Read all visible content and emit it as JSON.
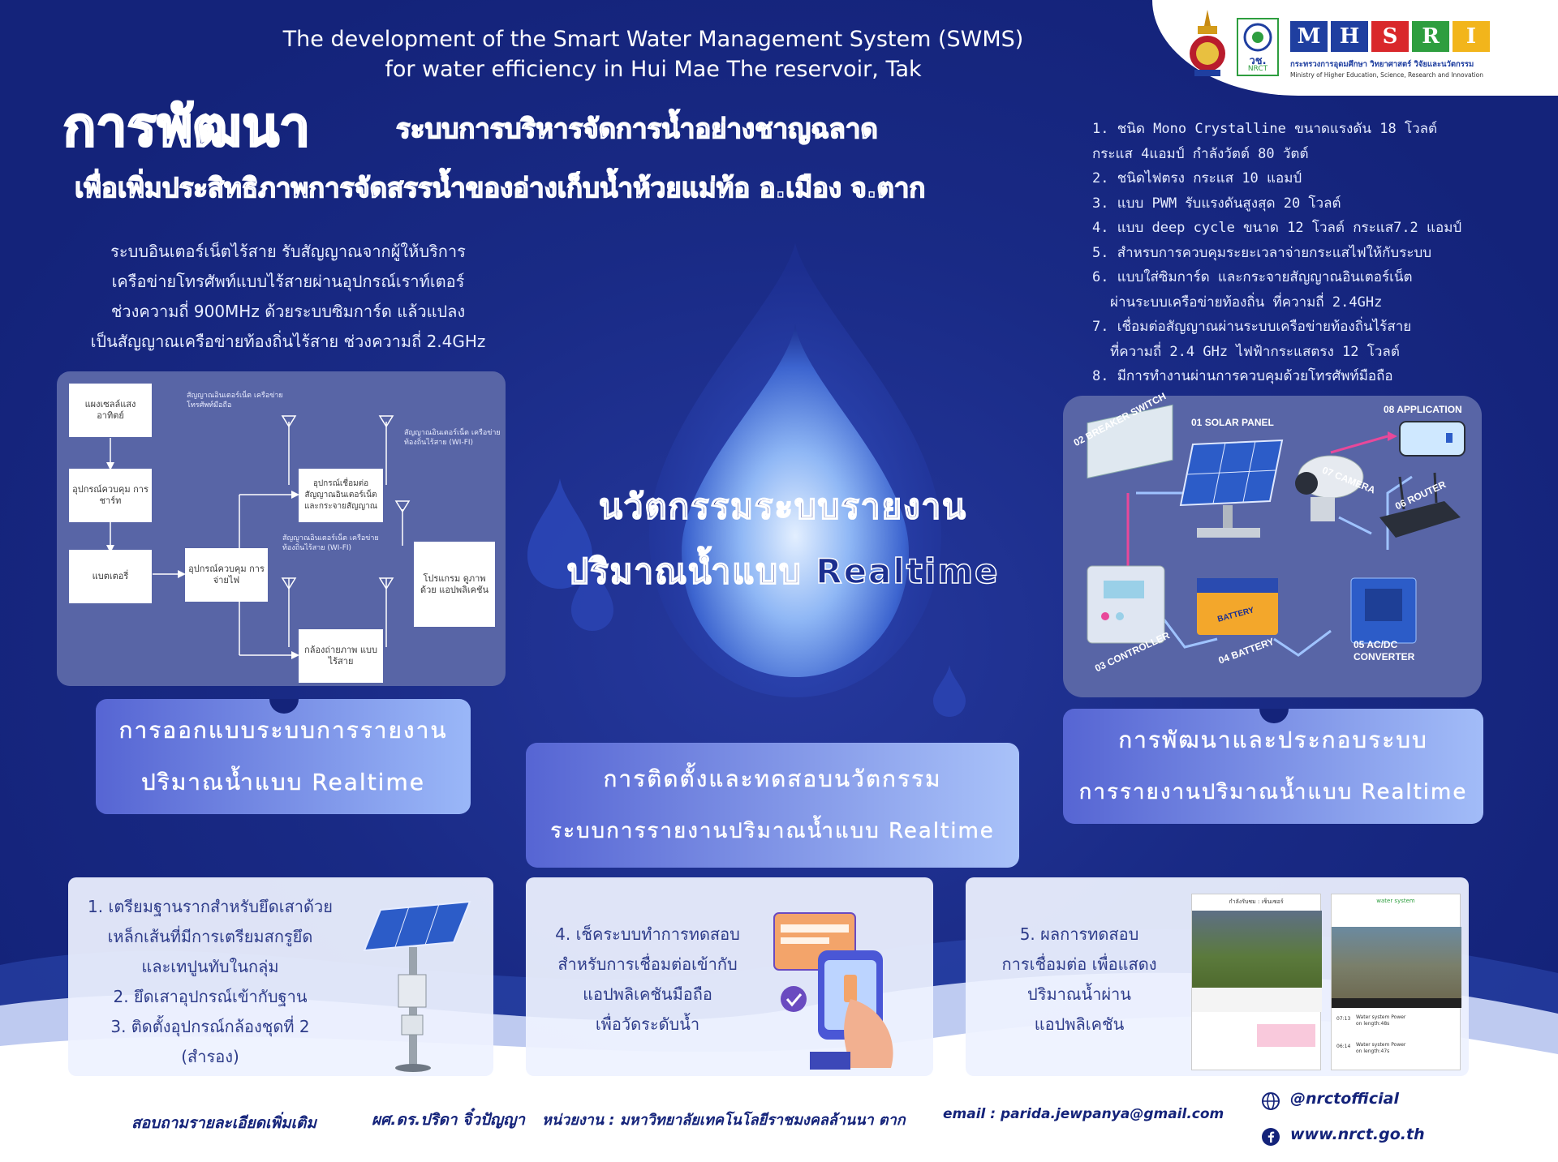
{
  "header": {
    "title_en_line1": "The development of the Smart Water Management System (SWMS)",
    "title_en_line2": "for water efficiency in Hui  Mae The reservoir, Tak",
    "title_th_big": "การพัฒนา",
    "title_th_line1": "ระบบการบริหารจัดการน้ำอย่างชาญฉลาด",
    "title_th_line2": "เพื่อเพิ่มประสิทธิภาพการจัดสรรน้ำของอ่างเก็บน้ำห้วยแม่ท้อ อ.เมือง จ.ตาก",
    "logos": {
      "nrct_mark": "วช.",
      "nrct_sub": "NRCT",
      "mhesri_letters": [
        "M",
        "H",
        "S",
        "R",
        "I"
      ],
      "mhesri_colors": [
        "#1f3fa0",
        "#1f3fa0",
        "#d9282b",
        "#2e9e3f",
        "#f2b51b"
      ],
      "ministry_th": "กระทรวงการอุดมศึกษา วิทยาศาสตร์ วิจัยและนวัตกรรม",
      "ministry_en": "Ministry of Higher Education, Science, Research and Innovation"
    }
  },
  "intro": [
    "ระบบอินเตอร์เน็ตไร้สาย รับสัญญาณจากผู้ให้บริการ",
    "เครือข่ายโทรศัพท์แบบไร้สายผ่านอุปกรณ์เราท์เตอร์",
    "ช่วงความถี่ 900MHz ด้วยระบบซิมการ์ด แล้วแปลง",
    "เป็นสัญญาณเครือข่ายท้องถิ่นไร้สาย ช่วงความถี่ 2.4GHz"
  ],
  "specs": [
    "1. ชนิด Mono Crystalline ขนาดแรงดัน 18 โวลต์",
    "กระแส 4แอมป์ กำลังวัตต์ 80 วัตต์",
    "2. ชนิดไฟตรง กระแส 10 แอมป์",
    "3. แบบ PWM รับแรงดันสูงสุด 20 โวลต์",
    "4. แบบ deep cycle ขนาด 12 โวลต์ กระแส7.2 แอมป์",
    "5. สำหรบการควบคุมระยะเวลาจ่ายกระแสไฟให้กับระบบ",
    "6. แบบใส่ซิมการ์ด และกระจายสัญญาณอินเตอร์เน็ต",
    "ผ่านระบบเครือข่ายท้องถิ่น ที่ความถี่ 2.4GHz",
    "7. เชื่อมต่อสัญญาณผ่านระบบเครือข่ายท้องถิ่นไร้สาย",
    "ที่ความถี่ 2.4 GHz ไฟฟ้ากระแสตรง 12 โวลต์",
    "8. มีการทำงานผ่านการควบคุมด้วยโทรศัพท์มือถือ"
  ],
  "flow_diagram": {
    "boxes": {
      "solar": "แผงเซลล์แสงอาทิตย์",
      "charge": "อุปกรณ์ควบคุม การชาร์ท",
      "battery": "แบตเตอรี่",
      "power": "อุปกรณ์ควบคุม การจ่ายไฟ",
      "router": "อุปกรณ์เชื่อมต่อ สัญญาณอินเตอร์เน็ต และกระจายสัญญาณ",
      "camera": "กล้องถ่ายภาพ แบบไร้สาย",
      "app": "โปรแกรม ดูภาพด้วย แอปพลิเคชัน"
    },
    "labels": {
      "cell_signal": "สัญญาณอินเตอร์เน็ต เครือข่ายโทรศัพท์มือถือ",
      "wifi_signal_1": "สัญญาณอินเตอร์เน็ต เครือข่ายท้องถิ่นไร้สาย (WI-FI)",
      "wifi_signal_2": "สัญญาณอินเตอร์เน็ต เครือข่ายท้องถิ่นไร้สาย (WI-FI)"
    }
  },
  "hardware_diagram": {
    "items": [
      {
        "num": "01",
        "label": "SOLAR PANEL"
      },
      {
        "num": "02",
        "label": "BREAKER SWITCH"
      },
      {
        "num": "03",
        "label": "CONTROLLER"
      },
      {
        "num": "04",
        "label": "BATTERY"
      },
      {
        "num": "05",
        "label": "AC/DC CONVERTER"
      },
      {
        "num": "06",
        "label": "ROUTER"
      },
      {
        "num": "07",
        "label": "CAMERA"
      },
      {
        "num": "08",
        "label": "APPLICATION"
      }
    ],
    "battery_text": "BATTERY"
  },
  "center": {
    "line1": "นวัตกรรมระบบรายงาน",
    "line2": "ปริมาณน้ำแบบ Realtime"
  },
  "steps": {
    "design": [
      "การออกแบบระบบการรายงาน",
      "ปริมาณน้ำแบบ Realtime"
    ],
    "install": [
      "การติดตั้งและทดสอบนวัตกรรม",
      "ระบบการรายงานปริมาณน้ำแบบ Realtime"
    ],
    "develop": [
      "การพัฒนาและประกอบระบบ",
      "การรายงานปริมาณน้ำแบบ Realtime"
    ]
  },
  "cards": {
    "install_steps": [
      "1. เตรียมฐานรากสำหรับยึดเสาด้วย",
      "เหล็กเส้นที่มีการเตรียมสกรูยึด",
      "และเทปูนทับในกลุ่ม",
      "2. ยึดเสาอุปกรณ์เข้ากับฐาน",
      "3. ติดตั้งอุปกรณ์กล้องชุดที่ 2",
      "(สำรอง)"
    ],
    "test_steps": [
      "4. เช็คระบบทำการทดสอบ",
      "สำหรับการเชื่อมต่อเข้ากับ",
      "แอปพลิเคชันมือถือ",
      "เพื่อวัดระดับน้ำ"
    ],
    "result_steps": [
      "5. ผลการทดสอบ",
      "การเชื่อมต่อ เพื่อแสดง",
      "ปริมาณน้ำผ่าน",
      "แอปพลิเคชัน"
    ],
    "screenshot1_title": "กำลังรับชม : เซ็นเซอร์",
    "screenshot2_title": "water system",
    "screenshot2_items": [
      "Water system Power on length:48s",
      "Water system Power on length:47s"
    ],
    "screenshot2_times": [
      "07:13",
      "06:14"
    ]
  },
  "footer": {
    "contact": "สอบถามรายละเอียดเพิ่มเติม",
    "person": "ผศ.ดร.ปริดา จิ๋วปัญญา",
    "org": "หน่วยงาน : มหาวิทยาลัยเทคโนโลยีราชมงคลล้านนา ตาก",
    "email": "email : parida.jewpanya@gmail.com",
    "social": "@nrctofficial",
    "website": "www.nrct.go.th"
  }
}
